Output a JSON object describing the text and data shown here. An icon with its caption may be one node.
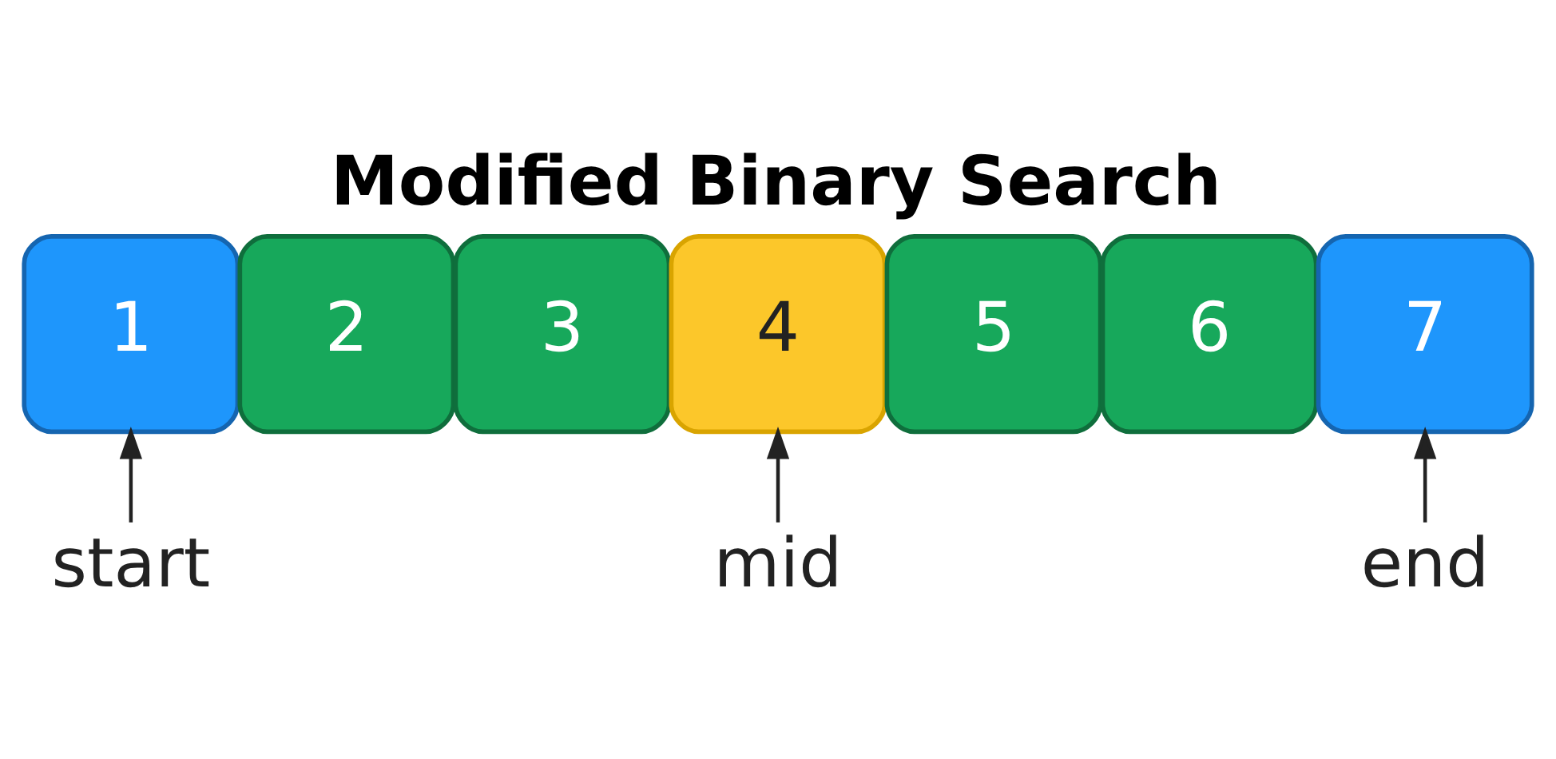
{
  "diagram": {
    "title": "Modified Binary Search",
    "nodes": [
      {
        "text": [
          "1"
        ]
      },
      {
        "text": [
          "2"
        ]
      },
      {
        "text": [
          "3"
        ]
      },
      {
        "text": [
          "4"
        ]
      },
      {
        "text": [
          "5"
        ]
      },
      {
        "text": [
          "6"
        ]
      },
      {
        "text": [
          "7"
        ]
      },
      {
        "text": [
          "start"
        ]
      },
      {
        "text": [
          "mid"
        ]
      },
      {
        "text": [
          "end"
        ]
      }
    ],
    "edges": [
      {
        "from": 7,
        "to": 0,
        "arrow": "to"
      },
      {
        "from": 8,
        "to": 3,
        "arrow": "to"
      },
      {
        "from": 9,
        "to": 6,
        "arrow": "to"
      }
    ]
  }
}
